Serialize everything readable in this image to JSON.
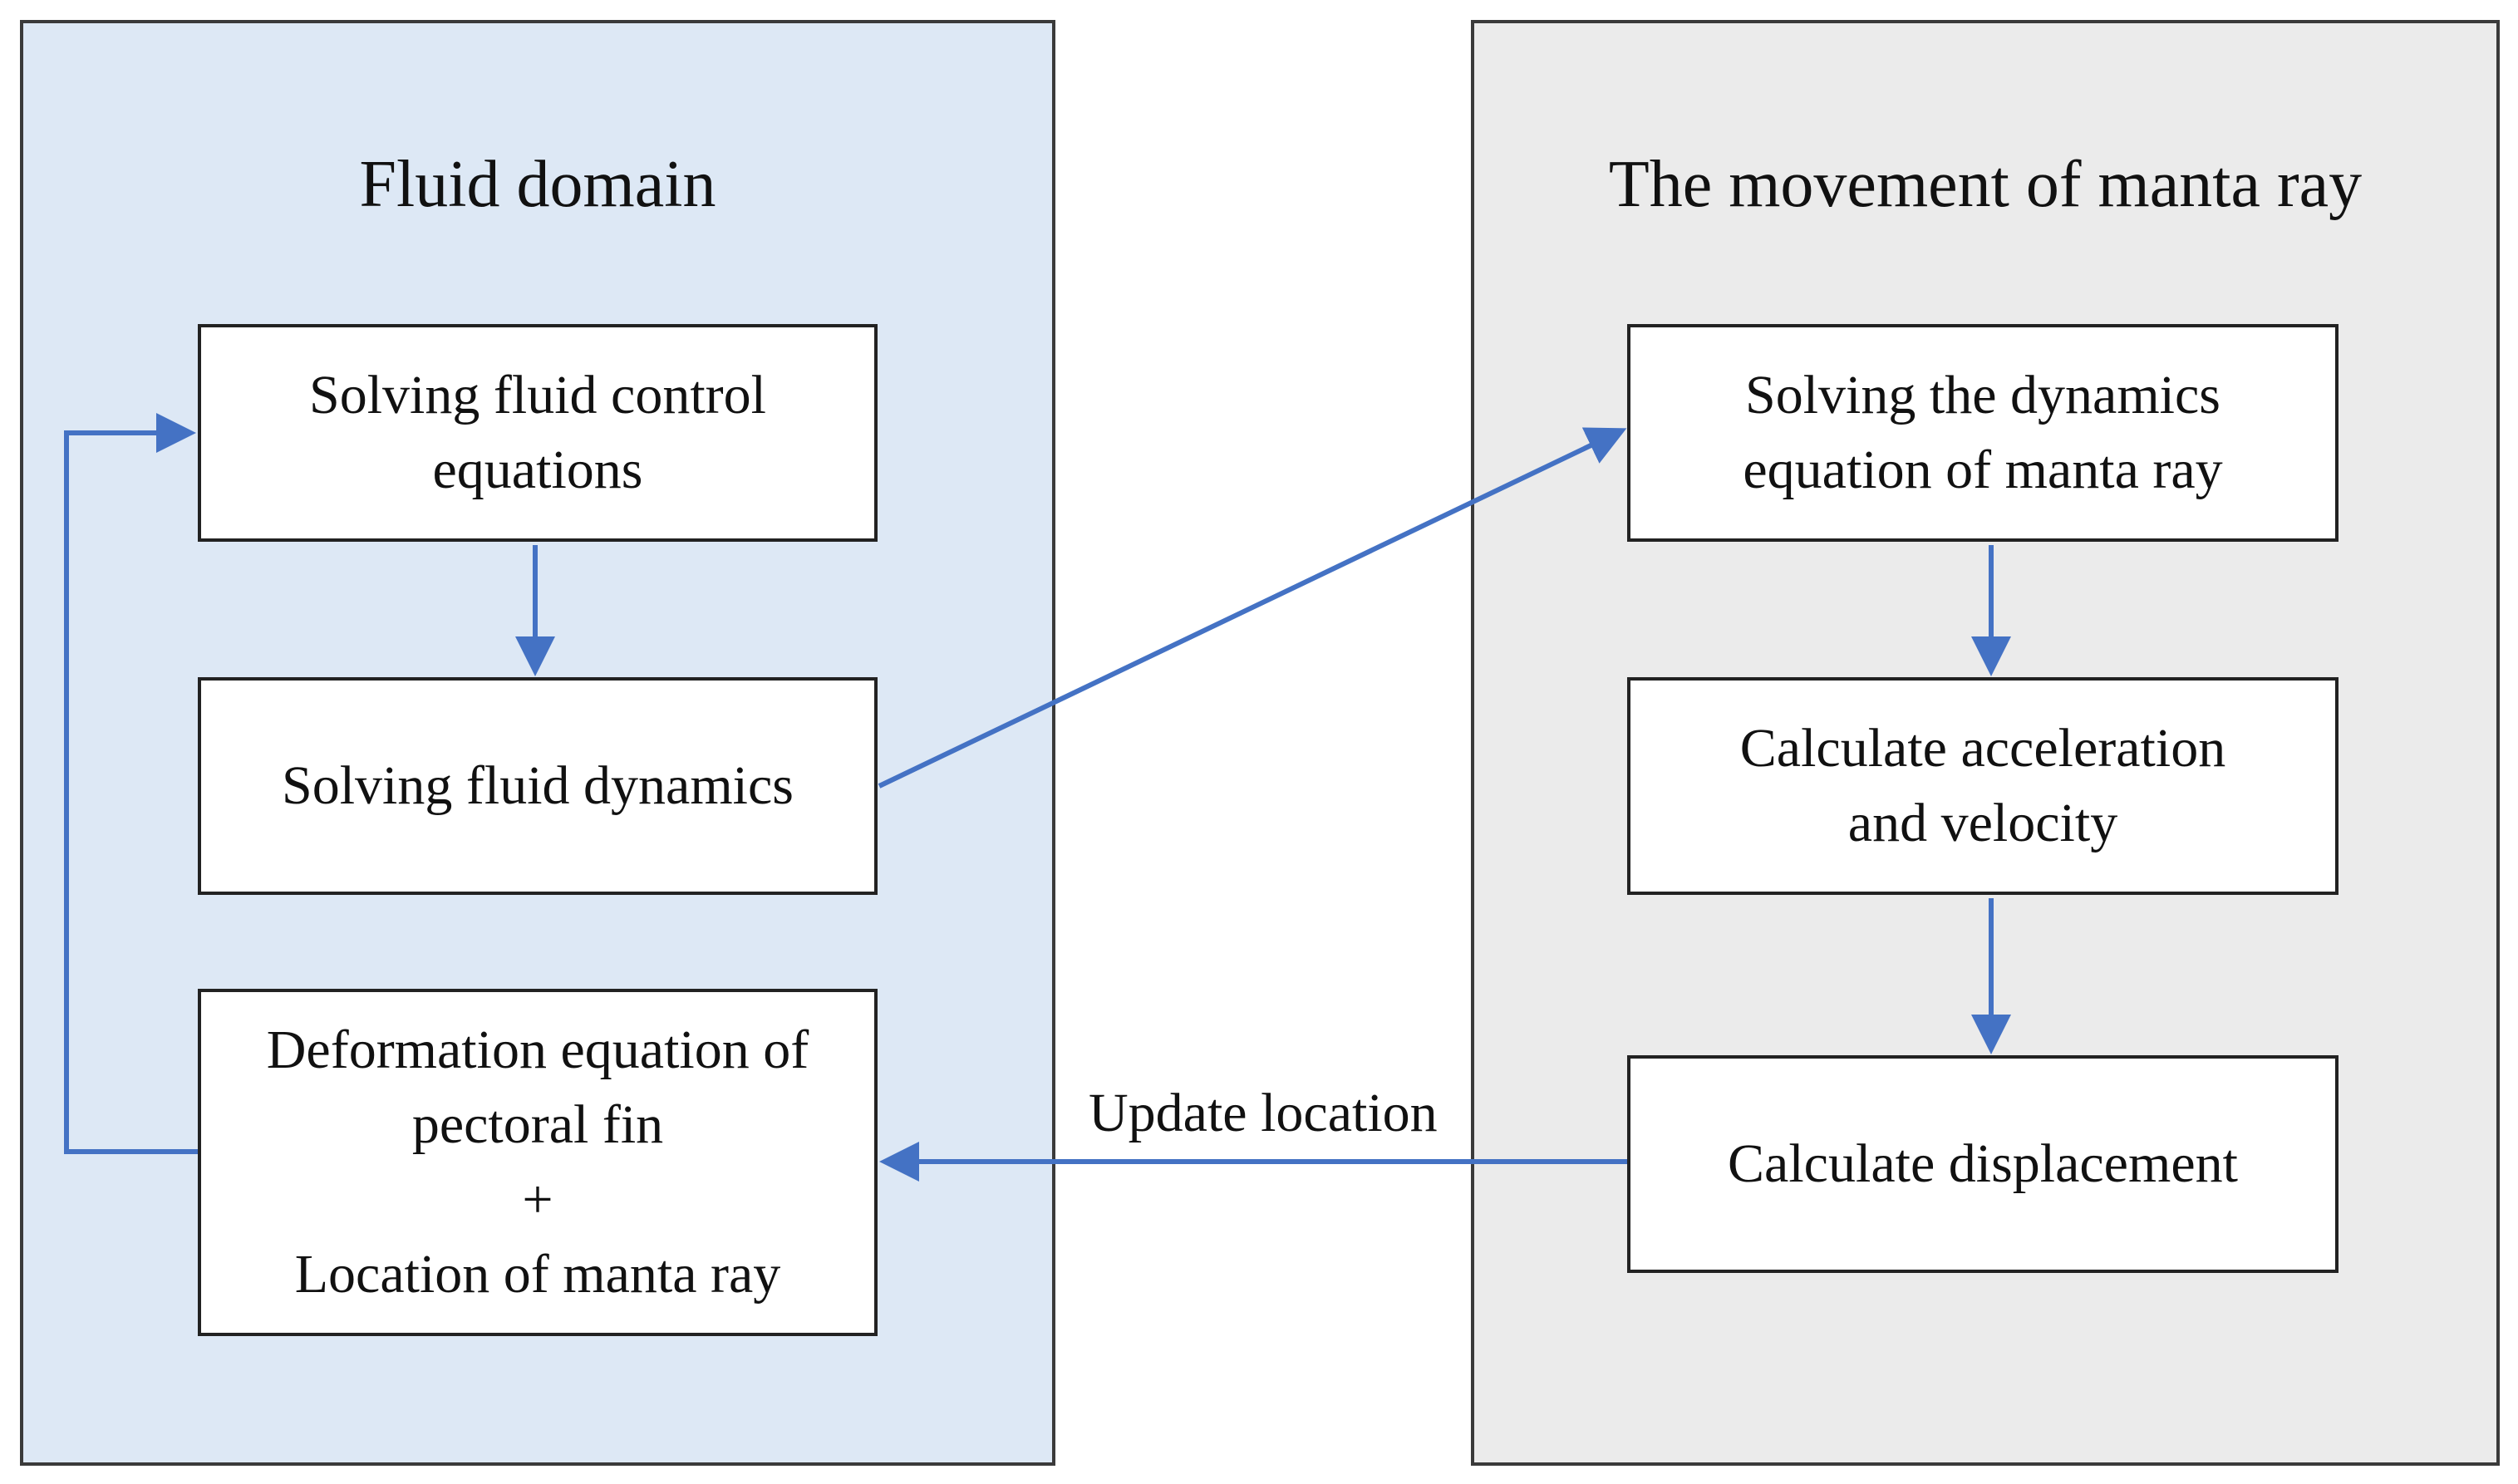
{
  "colors": {
    "fluid_panel_bg": "#dde8f5",
    "ray_panel_bg": "#ebebeb",
    "arrow": "#4472c4"
  },
  "panels": {
    "fluid": {
      "title": "Fluid domain",
      "nodes": {
        "control": [
          "Solving fluid control",
          "equations"
        ],
        "dynamics": [
          "Solving fluid dynamics"
        ],
        "deformation": [
          "Deformation equation of",
          "pectoral fin",
          "+",
          "Location of manta ray"
        ]
      }
    },
    "ray": {
      "title": "The movement of manta ray",
      "nodes": {
        "dynamics": [
          "Solving the dynamics",
          "equation of manta ray"
        ],
        "accel": [
          "Calculate acceleration",
          "and velocity"
        ],
        "displacement": [
          "Calculate displacement"
        ]
      }
    }
  },
  "edges": {
    "update_location": "Update location"
  }
}
